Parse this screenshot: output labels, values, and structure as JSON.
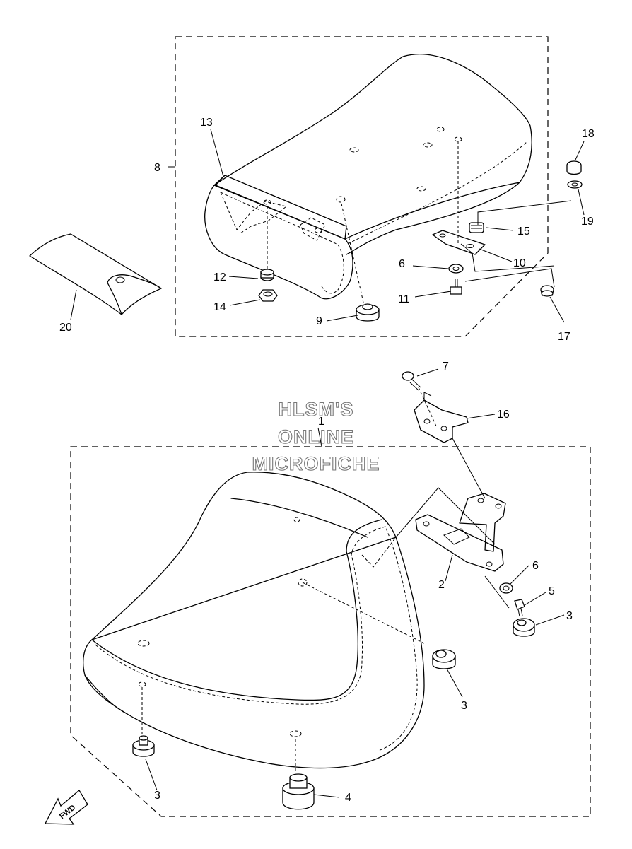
{
  "watermark": {
    "line1": "HLSM'S",
    "line2": "ONLINE",
    "line3": "MICROFICHE"
  },
  "direction_arrow": {
    "label": "FWD"
  },
  "callouts": {
    "n1": "1",
    "n2": "2",
    "n3a": "3",
    "n3b": "3",
    "n3c": "3",
    "n4": "4",
    "n5": "5",
    "n6a": "6",
    "n6b": "6",
    "n7": "7",
    "n8": "8",
    "n9": "9",
    "n10": "10",
    "n11": "11",
    "n12": "12",
    "n13": "13",
    "n14": "14",
    "n15": "15",
    "n16": "16",
    "n17": "17",
    "n18": "18",
    "n19": "19",
    "n20": "20"
  },
  "colors": {
    "line": "#000000",
    "watermark_outline": "#777777",
    "background": "#ffffff"
  }
}
